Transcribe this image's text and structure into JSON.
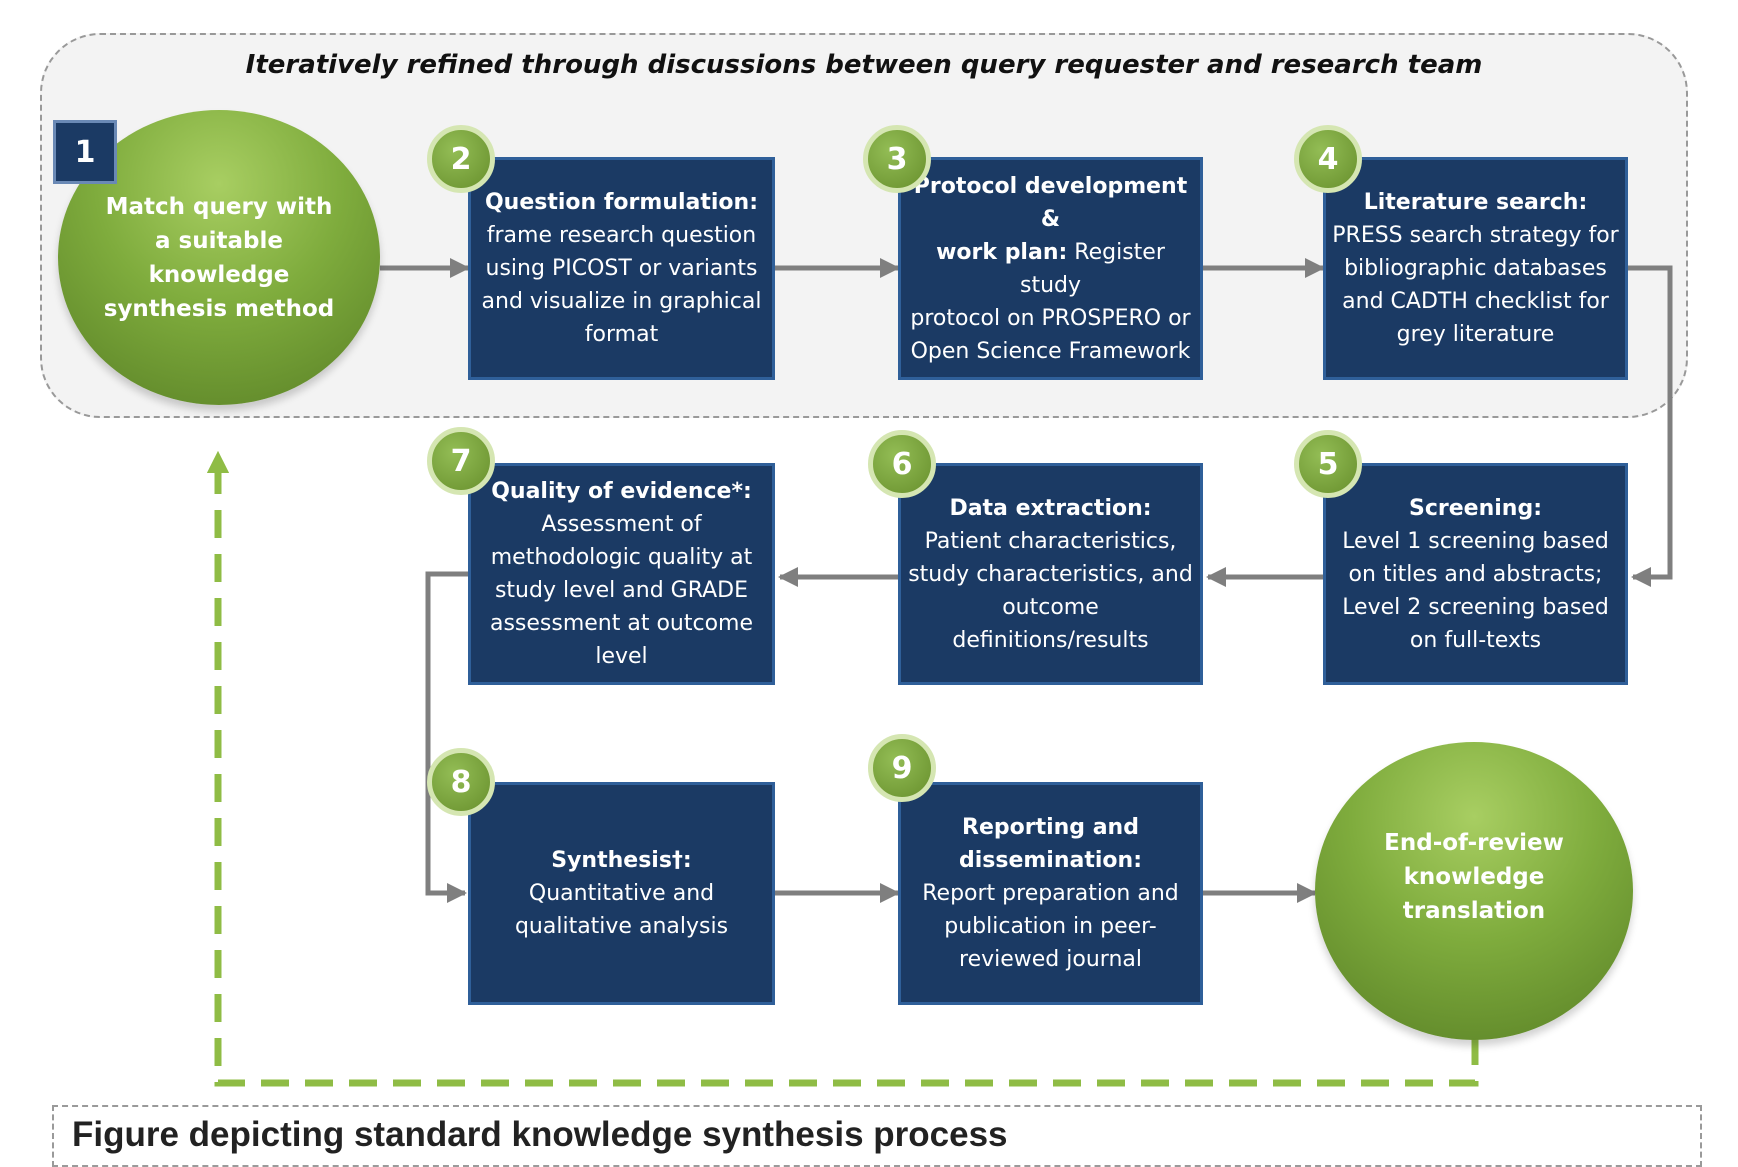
{
  "header": {
    "text": "Iteratively refined through discussions between query requester and research team"
  },
  "start_node": {
    "number": "1",
    "lines": [
      "Match query with",
      "a suitable",
      "knowledge",
      "synthesis method"
    ]
  },
  "end_node": {
    "lines": [
      "End-of-review",
      "knowledge",
      "translation"
    ]
  },
  "steps": [
    {
      "number": "2",
      "title": "Question formulation:",
      "lines": [
        "frame research question",
        "using PICOST or variants",
        "and visualize in graphical",
        "format"
      ]
    },
    {
      "number": "3",
      "title": "Protocol development &",
      "title2": "work plan:",
      "lines": [
        " Register study",
        "protocol on PROSPERO or",
        "Open Science Framework"
      ]
    },
    {
      "number": "4",
      "title": "Literature search:",
      "lines": [
        "PRESS search strategy for",
        "bibliographic databases",
        "and CADTH checklist for",
        "grey literature"
      ]
    },
    {
      "number": "5",
      "title": "Screening:",
      "lines": [
        "Level 1 screening based",
        "on titles and abstracts;",
        "Level 2 screening based",
        "on full-texts"
      ]
    },
    {
      "number": "6",
      "title": "Data extraction:",
      "lines": [
        "Patient characteristics,",
        "study characteristics, and",
        "outcome",
        "definitions/results"
      ]
    },
    {
      "number": "7",
      "title": "Quality of evidence*:",
      "lines": [
        "Assessment of",
        "methodologic quality at",
        "study level and GRADE",
        "assessment at outcome",
        "level"
      ]
    },
    {
      "number": "8",
      "title": "Synthesis†:",
      "lines": [
        "Quantitative and",
        "qualitative analysis"
      ]
    },
    {
      "number": "9",
      "title": "Reporting and",
      "title2": "dissemination:",
      "lines": [
        "Report preparation and",
        "publication in peer-",
        "reviewed journal"
      ]
    }
  ],
  "caption": {
    "text": "Figure depicting standard knowledge synthesis process"
  },
  "colors": {
    "box_fill": "#1b3a64",
    "box_border": "#2f5f99",
    "green": "#7fac3d",
    "arrow": "#7f7f7f",
    "feedback_arrow": "#8fbc45"
  }
}
